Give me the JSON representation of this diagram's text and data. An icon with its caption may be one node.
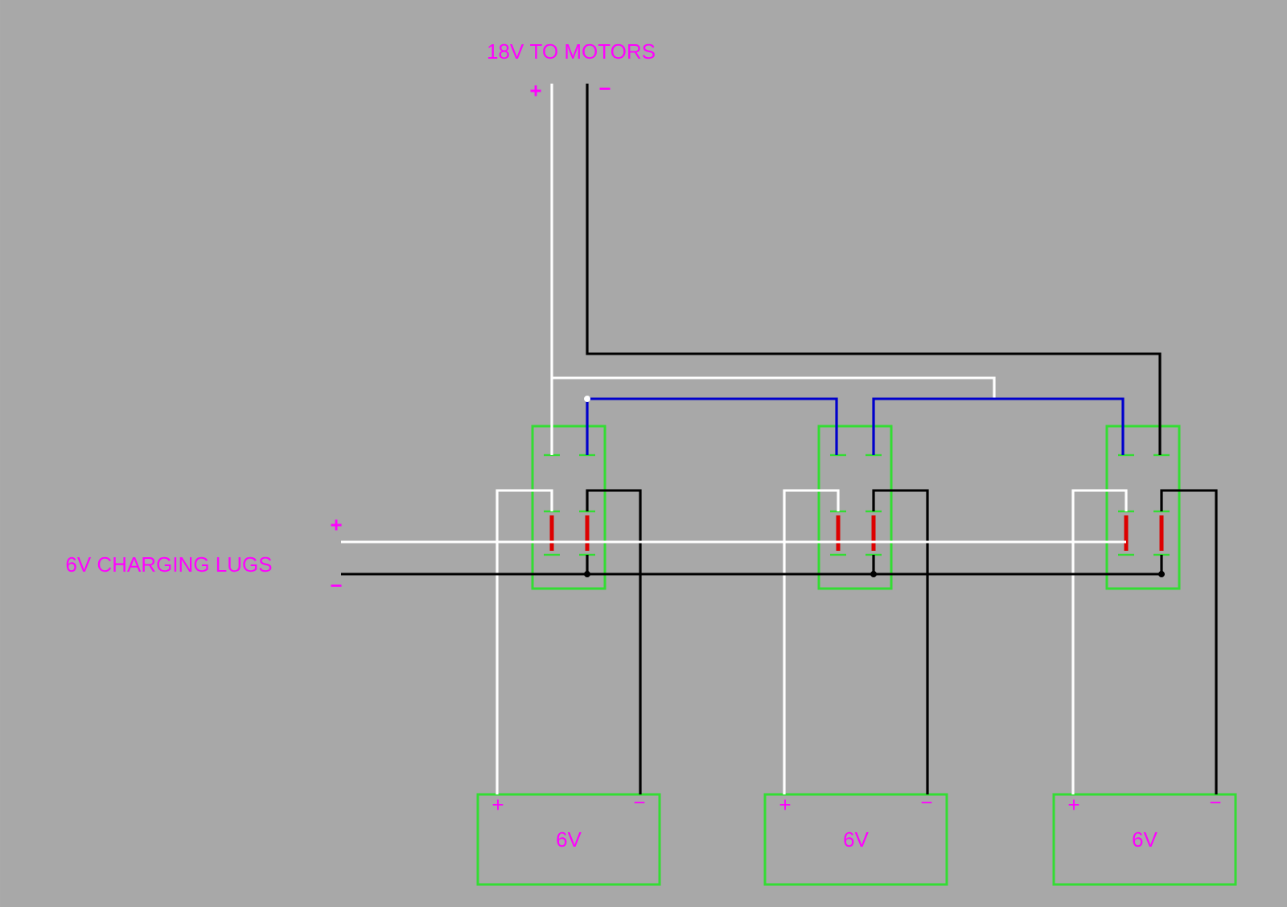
{
  "diagram": {
    "nodes": [
      {
        "text": [
          "+"
        ]
      },
      {
        "text": [
          "−"
        ]
      },
      {
        "text": [],
        "shape": "box"
      },
      {
        "text": [],
        "shape": "box"
      },
      {
        "text": [],
        "shape": "box"
      },
      {
        "text": [
          "+",
          "6V",
          "−"
        ]
      },
      {
        "text": [
          "+",
          "6V",
          "−"
        ]
      },
      {
        "text": [
          "+",
          "6V",
          "−"
        ]
      },
      {
        "text": [
          "+"
        ]
      },
      {
        "text": [
          "−"
        ]
      }
    ],
    "edges": [
      {
        "from": 0,
        "to": 2,
        "arrow": "none",
        "color": "#ffffff"
      },
      {
        "from": 1,
        "to": 4,
        "arrow": "none",
        "color": "#000000"
      },
      {
        "from": 2,
        "to": 3,
        "arrow": "none",
        "color": "#0000cc"
      },
      {
        "from": 3,
        "to": 4,
        "arrow": "none",
        "color": "#0000cc"
      },
      {
        "from": 5,
        "to": 2,
        "arrow": "none",
        "color": "#ffffff"
      },
      {
        "from": 6,
        "to": 3,
        "arrow": "none",
        "color": "#ffffff"
      },
      {
        "from": 7,
        "to": 4,
        "arrow": "none",
        "color": "#ffffff"
      },
      {
        "from": 5,
        "to": 2,
        "arrow": "none",
        "color": "#000000"
      },
      {
        "from": 6,
        "to": 3,
        "arrow": "none",
        "color": "#000000"
      },
      {
        "from": 7,
        "to": 4,
        "arrow": "none",
        "color": "#000000"
      },
      {
        "from": 8,
        "to": 2,
        "arrow": "none",
        "color": "#ffffff"
      },
      {
        "from": 8,
        "to": 3,
        "arrow": "none",
        "color": "#ffffff"
      },
      {
        "from": 8,
        "to": 4,
        "arrow": "none",
        "color": "#ffffff"
      },
      {
        "from": 9,
        "to": 2,
        "arrow": "none",
        "color": "#000000"
      },
      {
        "from": 9,
        "to": 3,
        "arrow": "none",
        "color": "#000000"
      },
      {
        "from": 9,
        "to": 4,
        "arrow": "none",
        "color": "#000000"
      }
    ],
    "labels": [
      "18V TO MOTORS",
      "6V CHARGING LUGS"
    ]
  }
}
